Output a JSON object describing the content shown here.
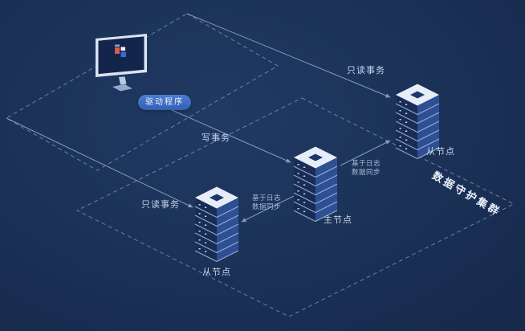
{
  "diagram": {
    "cluster_title": "数据守护集群",
    "driver_badge": "驱动程序",
    "master_node_label": "主节点",
    "slave_left_label": "从节点",
    "slave_right_label": "从节点",
    "edge_readonly_top": "只读事务",
    "edge_write": "写事务",
    "edge_readonly_left": "只读事务",
    "edge_sync_left_line1": "基于日志",
    "edge_sync_left_line2": "数据同步",
    "edge_sync_right_line1": "基于日志",
    "edge_sync_right_line2": "数据同步"
  },
  "colors": {
    "background": "#182c50",
    "dashed_outline": "#8ba3c7",
    "arrow": "#8fa6c9",
    "label_text": "#c3d2e9",
    "badge_background": "#3f6cc1",
    "badge_text": "#eaf2fc",
    "cluster_title_text": "#e9f0fa",
    "server_top": "#e6edf8",
    "server_top_panel": "#1c3668",
    "server_left_face": "#182c56",
    "server_right_face": "#2e4f93",
    "server_rim": "#a9bedd",
    "monitor_frame": "#d9e3f2",
    "monitor_screen": "#13254a",
    "pixel_red": "#e0584c",
    "pixel_white": "#f2f6fc",
    "pixel_blue": "#3a6bd0"
  }
}
